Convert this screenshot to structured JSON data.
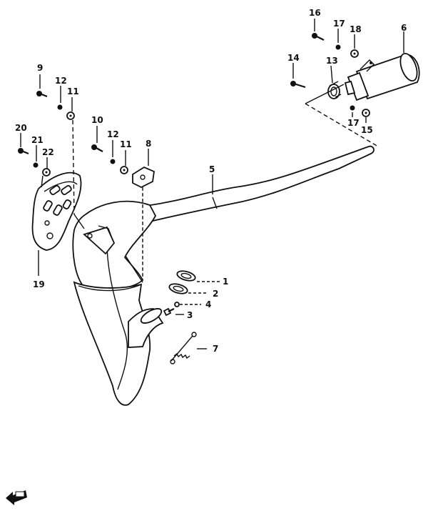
{
  "diagram": {
    "callouts": [
      {
        "id": "c1",
        "label": "1"
      },
      {
        "id": "c2",
        "label": "2"
      },
      {
        "id": "c3",
        "label": "3"
      },
      {
        "id": "c4",
        "label": "4"
      },
      {
        "id": "c5",
        "label": "5"
      },
      {
        "id": "c6",
        "label": "6"
      },
      {
        "id": "c7",
        "label": "7"
      },
      {
        "id": "c8",
        "label": "8"
      },
      {
        "id": "c9",
        "label": "9"
      },
      {
        "id": "c10",
        "label": "10"
      },
      {
        "id": "c11a",
        "label": "11"
      },
      {
        "id": "c11b",
        "label": "11"
      },
      {
        "id": "c12a",
        "label": "12"
      },
      {
        "id": "c12b",
        "label": "12"
      },
      {
        "id": "c13",
        "label": "13"
      },
      {
        "id": "c14",
        "label": "14"
      },
      {
        "id": "c15",
        "label": "15"
      },
      {
        "id": "c16",
        "label": "16"
      },
      {
        "id": "c17a",
        "label": "17"
      },
      {
        "id": "c17b",
        "label": "17"
      },
      {
        "id": "c18",
        "label": "18"
      },
      {
        "id": "c19",
        "label": "19"
      },
      {
        "id": "c20",
        "label": "20"
      },
      {
        "id": "c21",
        "label": "21"
      },
      {
        "id": "c22",
        "label": "22"
      }
    ],
    "icons": {
      "front_arrow": "front-direction-arrow-icon"
    }
  }
}
